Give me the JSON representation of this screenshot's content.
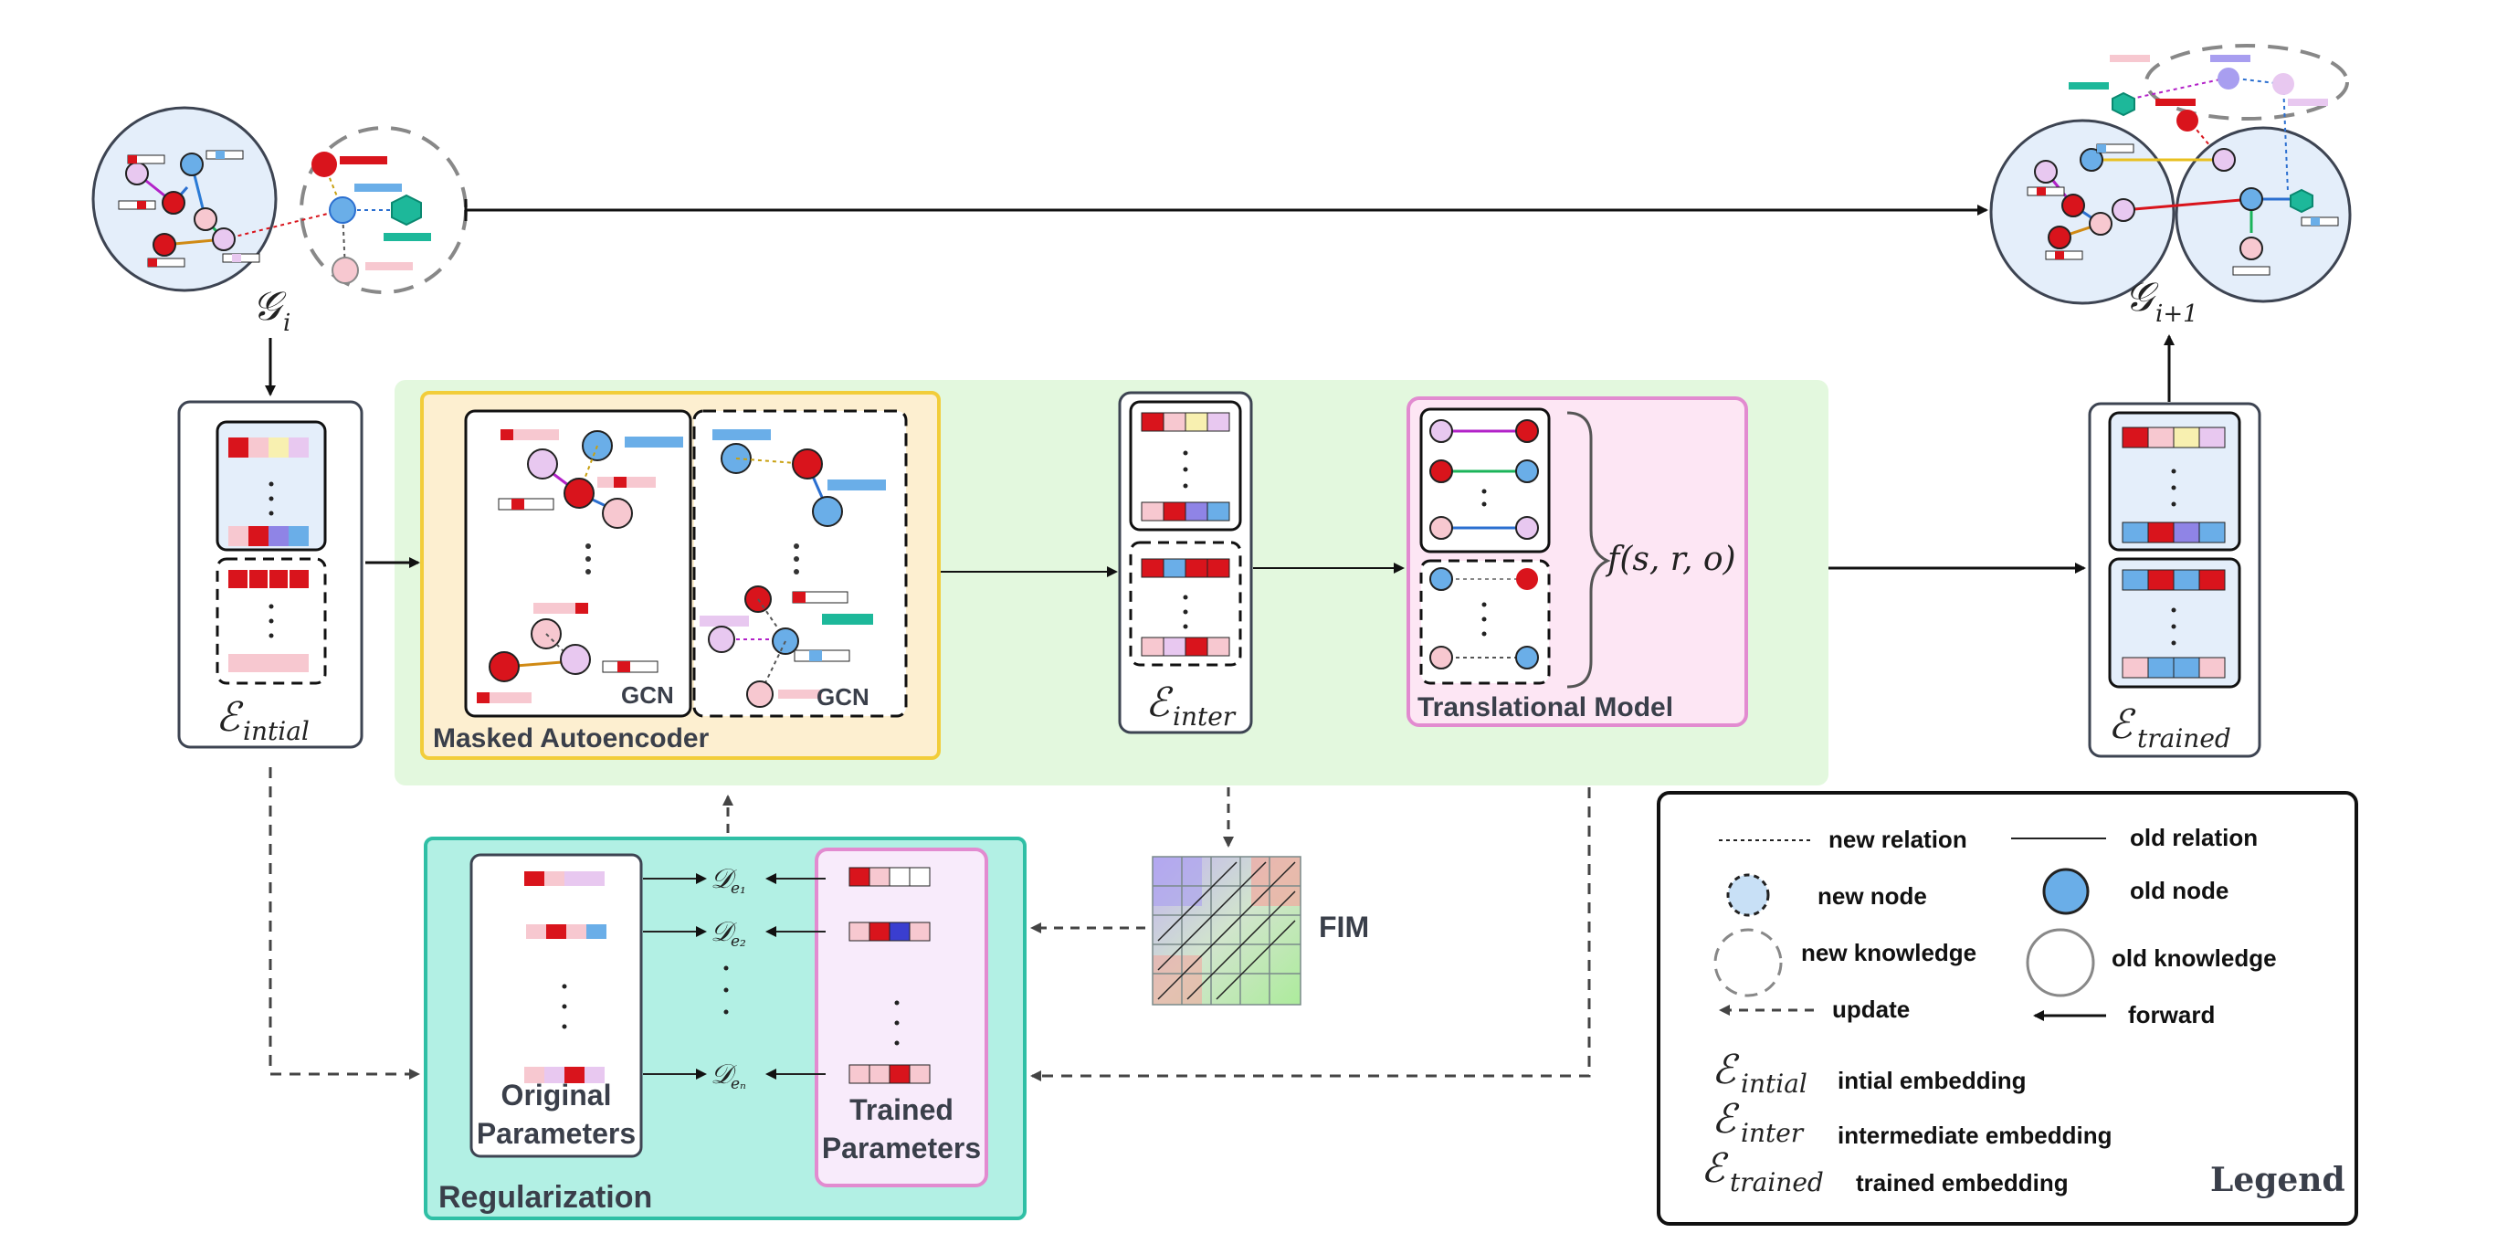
{
  "graph": {
    "g_i": {
      "sym": "𝒢",
      "sub": "i"
    },
    "g_next": {
      "sym": "𝒢",
      "sub": "i+1"
    }
  },
  "embeddings": {
    "initial": {
      "sym": "ℰ",
      "sub": "intial"
    },
    "inter": {
      "sym": "ℰ",
      "sub": "inter"
    },
    "trained": {
      "sym": "ℰ",
      "sub": "trained"
    }
  },
  "modules": {
    "masked_autoencoder": "Masked Autoencoder",
    "gcn_left": "GCN",
    "gcn_right": "GCN",
    "translational_model": "Translational Model",
    "score_fn": "f(s, r, o)",
    "regularization": "Regularization",
    "original_parameters": [
      "Original",
      "Parameters"
    ],
    "trained_parameters": [
      "Trained",
      "Parameters"
    ],
    "fim": "FIM",
    "d_sym": "𝒟",
    "d_subs": [
      "e₁",
      "e₂",
      "eₙ"
    ]
  },
  "legend": {
    "title": "Legend",
    "new_relation": "new relation",
    "old_relation": "old relation",
    "new_node": "new node",
    "old_node": "old node",
    "new_knowledge": "new knowledge",
    "old_knowledge": "old knowledge",
    "update": "update",
    "forward": "forward",
    "initial_sub": "intial",
    "initial_desc": "intial embedding",
    "inter_sub": "inter",
    "inter_desc": "intermediate embedding",
    "trained_sub": "trained",
    "trained_desc": "trained embedding"
  },
  "colors": {
    "red": "#d9141c",
    "blue": "#6aaee8",
    "pink": "#f7c8d0",
    "lavender": "#e8c8f0",
    "teal": "#1db89a",
    "green_panel": "#e3f8de",
    "mae_panel": "#fdefd0",
    "mae_border": "#f2cd3a",
    "trans_panel": "#fde6f4",
    "trans_border": "#e28bd0",
    "reg_panel": "#b2f0e4",
    "reg_border": "#2fbfa5"
  }
}
